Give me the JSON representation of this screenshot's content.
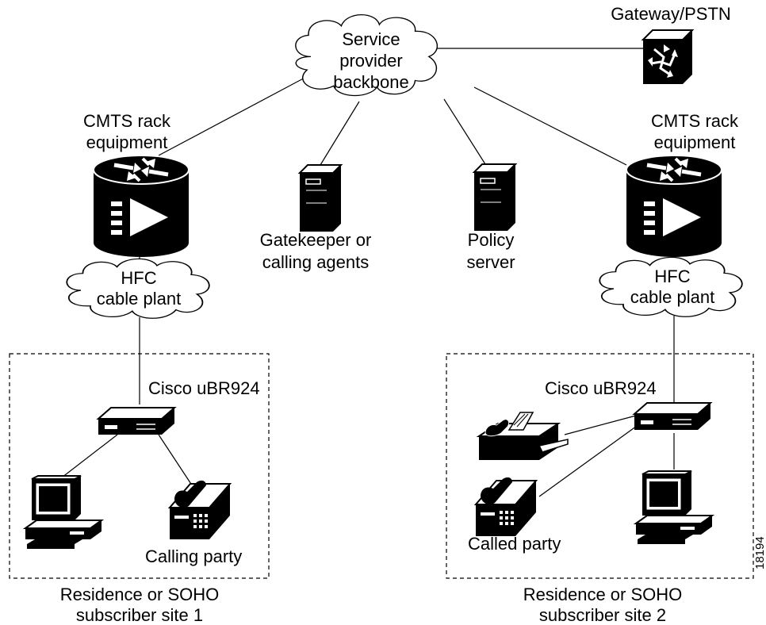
{
  "backbone": {
    "lines": [
      "Service",
      "provider",
      "backbone"
    ]
  },
  "gateway": {
    "label": "Gateway/PSTN"
  },
  "cmts_left": {
    "lines": [
      "CMTS rack",
      "equipment"
    ]
  },
  "cmts_right": {
    "lines": [
      "CMTS rack",
      "equipment"
    ]
  },
  "gatekeeper": {
    "lines": [
      "Gatekeeper or",
      "calling agents"
    ]
  },
  "policy": {
    "lines": [
      "Policy",
      "server"
    ]
  },
  "hfc_left": {
    "lines": [
      "HFC",
      "cable plant"
    ]
  },
  "hfc_right": {
    "lines": [
      "HFC",
      "cable plant"
    ]
  },
  "site1": {
    "modem_label": "Cisco uBR924",
    "phone_label": "Calling party",
    "caption": [
      "Residence or SOHO",
      "subscriber site 1"
    ]
  },
  "site2": {
    "modem_label": "Cisco uBR924",
    "phone_label": "Called party",
    "caption": [
      "Residence or SOHO",
      "subscriber site 2"
    ]
  },
  "figure_number": "18194"
}
